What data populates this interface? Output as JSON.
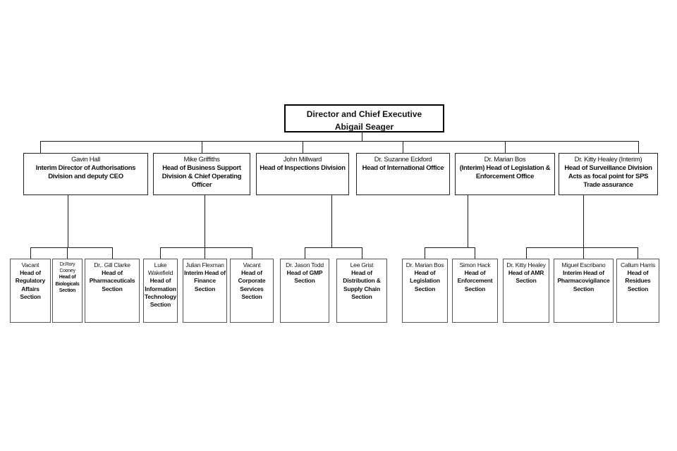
{
  "org_chart": {
    "root": {
      "title": "Director and Chief Executive",
      "name": "Abigail Seager"
    },
    "divisions": [
      {
        "name": "Gavin Hall",
        "title": "Interim Director of Authorisations Division and deputy CEO"
      },
      {
        "name": "Mike Griffiths",
        "title": "Head of Business Support Division & Chief Operating Officer"
      },
      {
        "name": "John Millward",
        "title": "Head of Inspections Division"
      },
      {
        "name": "Dr. Suzanne Eckford",
        "title": "Head of International Office"
      },
      {
        "name": "Dr. Marian Bos",
        "title": "(Interim) Head of Legislation & Enforcement Office"
      },
      {
        "name": "Dr. Kitty Healey (Interim)",
        "title": "Head of Surveillance Division",
        "note": "Acts as focal point for SPS Trade assurance"
      }
    ],
    "sections": [
      {
        "name": "Vacant",
        "title": "Head of Regulatory Affairs Section"
      },
      {
        "name": "Dr.Rory Cooney",
        "title": "Head of Biologicals Section"
      },
      {
        "name": "Dr,. Gill Clarke",
        "title": "Head of Pharmaceuticals Section"
      },
      {
        "name": "Luke Wakefield",
        "title": "Head of Information Technology Section"
      },
      {
        "name": "Julian Flexman",
        "title": "Interim Head of Finance Section"
      },
      {
        "name": "Vacant",
        "title": "Head of Corporate Services Section"
      },
      {
        "name": "Dr. Jason Todd",
        "title": "Head of GMP Section"
      },
      {
        "name": "Lee Grist",
        "title": "Head of Distribution & Supply Chain Section"
      },
      {
        "name": "Dr. Marian Bos",
        "title": "Head of Legislation Section"
      },
      {
        "name": "Simon Hack",
        "title": "Head of Enforcement Section"
      },
      {
        "name": "Dr. Kitty Healey",
        "title": "Head of AMR Section"
      },
      {
        "name": "Miguel Escribano",
        "title": "Interim Head of Pharmacovigilance Section"
      },
      {
        "name": "Callum Harris",
        "title": "Head of Residues Section"
      }
    ],
    "colors": {
      "background": "#ffffff",
      "box_fill": "#ffffff",
      "box_border": "#222222",
      "line": "#1c1c1c",
      "text": "#111111"
    }
  }
}
